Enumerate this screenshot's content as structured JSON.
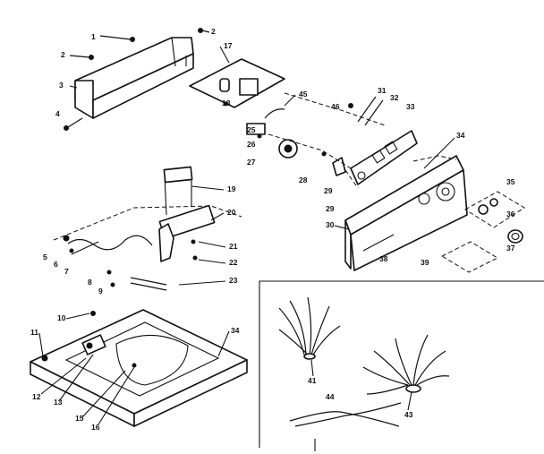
{
  "callouts": {
    "c1": "1",
    "c2a": "2",
    "c2b": "2",
    "c3": "3",
    "c4": "4",
    "c5": "5",
    "c6": "6",
    "c7": "7",
    "c8": "8",
    "c9": "9",
    "c10": "10",
    "c11": "11",
    "c12": "12",
    "c13": "13",
    "c15": "15",
    "c16": "16",
    "c17": "17",
    "c18": "18",
    "c19": "19",
    "c20": "20",
    "c21": "21",
    "c22": "22",
    "c23": "23",
    "c25": "25",
    "c26": "26",
    "c27": "27",
    "c28": "28",
    "c29a": "29",
    "c29b": "29",
    "c30": "30",
    "c31": "31",
    "c32": "32",
    "c33": "33",
    "c34a": "34",
    "c34b": "34",
    "c35": "35",
    "c36": "36",
    "c37": "37",
    "c38": "38",
    "c39": "39",
    "c41": "41",
    "c43": "43",
    "c44": "44",
    "c45": "45",
    "c46": "46"
  }
}
